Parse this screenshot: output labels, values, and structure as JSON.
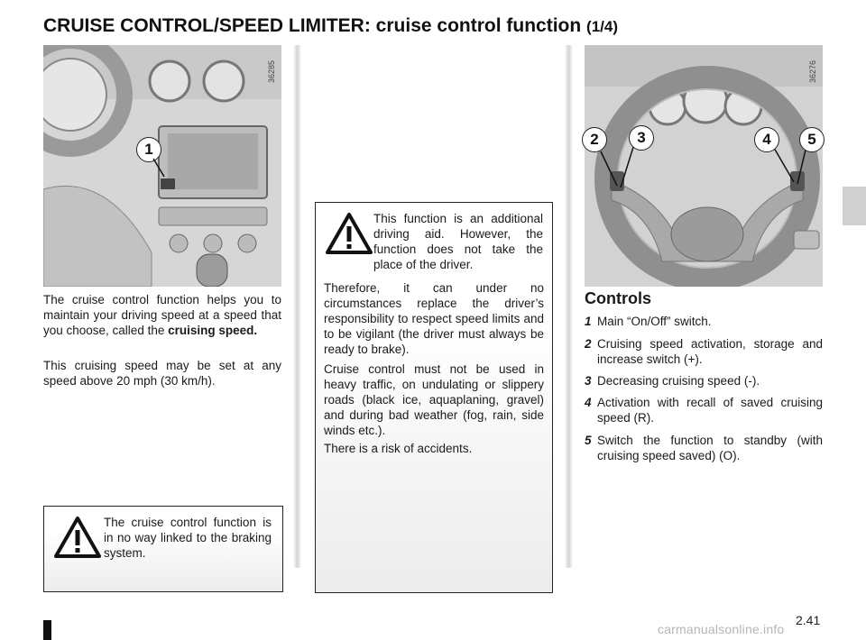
{
  "header": {
    "title": "CRUISE CONTROL/SPEED LIMITER: cruise control function",
    "part": "(1/4)"
  },
  "left_photo": {
    "ref_code": "36285",
    "callouts": [
      "1"
    ]
  },
  "left_text": {
    "para1_prefix": "The cruise control function helps you to maintain your driving speed at a speed that you choose, called the",
    "para1_bold": "cruising speed.",
    "para2": "This cruising speed may be set at any speed above 20 mph (30 km/h)."
  },
  "left_warning": {
    "text": "The cruise control function is in no way linked to the braking system."
  },
  "middle_warning": {
    "intro": "This function is an additional driving aid. However, the function does not take the place of the driver.",
    "para1": "Therefore, it can under no circumstances replace the driver’s responsibility to respect speed limits and to be vigilant (the driver must always be ready to brake).",
    "para2": "Cruise control must not be used in heavy traffic, on undulating or slippery roads (black ice, aquaplaning, gravel) and during bad weather (fog, rain, side winds etc.).",
    "para3": "There is a risk of accidents."
  },
  "right_photo": {
    "ref_code": "36276",
    "callouts": [
      "2",
      "3",
      "4",
      "5"
    ]
  },
  "controls": {
    "heading": "Controls",
    "items": [
      {
        "num": "1",
        "text": "Main “On/Off” switch."
      },
      {
        "num": "2",
        "text": "Cruising speed activation, storage and increase switch (+)."
      },
      {
        "num": "3",
        "text": "Decreasing cruising speed (-)."
      },
      {
        "num": "4",
        "text": "Activation with recall of saved cruising speed (R)."
      },
      {
        "num": "5",
        "text": "Switch the function to standby (with cruising speed saved) (O)."
      }
    ]
  },
  "footer": {
    "page_number": "2.41",
    "watermark": "carmanualsonline.info"
  }
}
